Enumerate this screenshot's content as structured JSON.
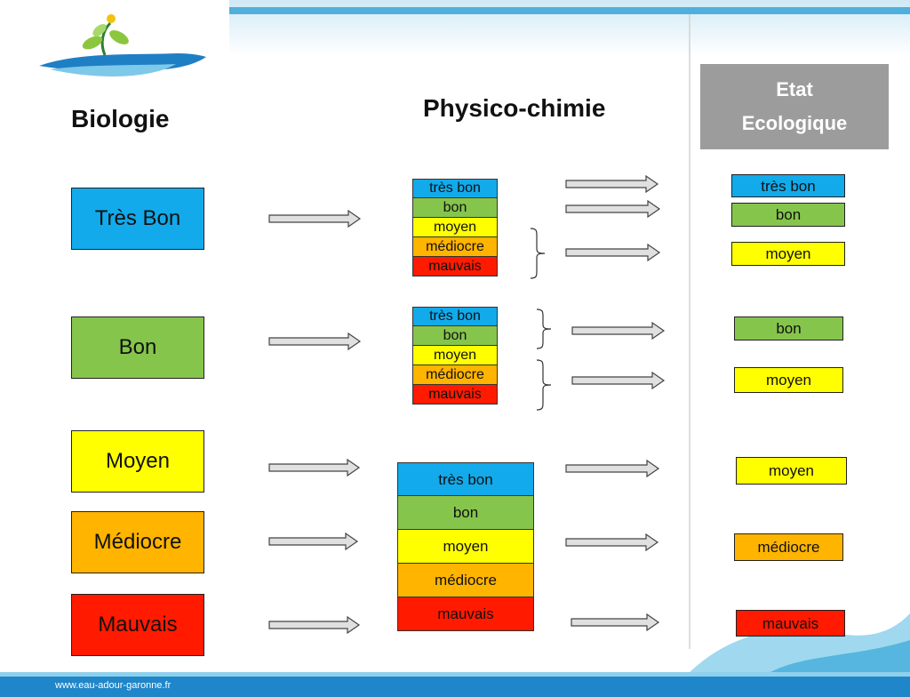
{
  "colors": {
    "tres_bon": "#12aaea",
    "bon": "#86c54c",
    "moyen": "#ffff00",
    "mediocre": "#ffb400",
    "mauvais": "#ff1a00",
    "etat_header_bg": "#9c9c9c",
    "footer_bar": "#1f86c9",
    "arrow_fill": "#e0e0e0"
  },
  "logo": {
    "icon": "water-plant-wave-logo"
  },
  "headings": {
    "biologie": "Biologie",
    "physico_chimie": "Physico-chimie",
    "etat_line1": "Etat",
    "etat_line2": "Ecologique"
  },
  "biologie": [
    {
      "label": "Très Bon",
      "level": "tres_bon"
    },
    {
      "label": "Bon",
      "level": "bon"
    },
    {
      "label": "Moyen",
      "level": "moyen"
    },
    {
      "label": "Médiocre",
      "level": "mediocre"
    },
    {
      "label": "Mauvais",
      "level": "mauvais"
    }
  ],
  "physico_stacks": [
    {
      "segments": [
        {
          "label": "très bon",
          "level": "tres_bon"
        },
        {
          "label": "bon",
          "level": "bon"
        },
        {
          "label": "moyen",
          "level": "moyen"
        },
        {
          "label": "médiocre",
          "level": "mediocre"
        },
        {
          "label": "mauvais",
          "level": "mauvais"
        }
      ]
    },
    {
      "segments": [
        {
          "label": "très bon",
          "level": "tres_bon"
        },
        {
          "label": "bon",
          "level": "bon"
        },
        {
          "label": "moyen",
          "level": "moyen"
        },
        {
          "label": "médiocre",
          "level": "mediocre"
        },
        {
          "label": "mauvais",
          "level": "mauvais"
        }
      ]
    },
    {
      "segments": [
        {
          "label": "très bon",
          "level": "tres_bon"
        },
        {
          "label": "bon",
          "level": "bon"
        },
        {
          "label": "moyen",
          "level": "moyen"
        },
        {
          "label": "médiocre",
          "level": "mediocre"
        },
        {
          "label": "mauvais",
          "level": "mauvais"
        }
      ]
    }
  ],
  "etat_results": [
    {
      "label": "très bon",
      "level": "tres_bon"
    },
    {
      "label": "bon",
      "level": "bon"
    },
    {
      "label": "moyen",
      "level": "moyen"
    },
    {
      "label": "bon",
      "level": "bon"
    },
    {
      "label": "moyen",
      "level": "moyen"
    },
    {
      "label": "moyen",
      "level": "moyen"
    },
    {
      "label": "médiocre",
      "level": "mediocre"
    },
    {
      "label": "mauvais",
      "level": "mauvais"
    }
  ],
  "footer": {
    "url": "www.eau-adour-garonne.fr"
  }
}
